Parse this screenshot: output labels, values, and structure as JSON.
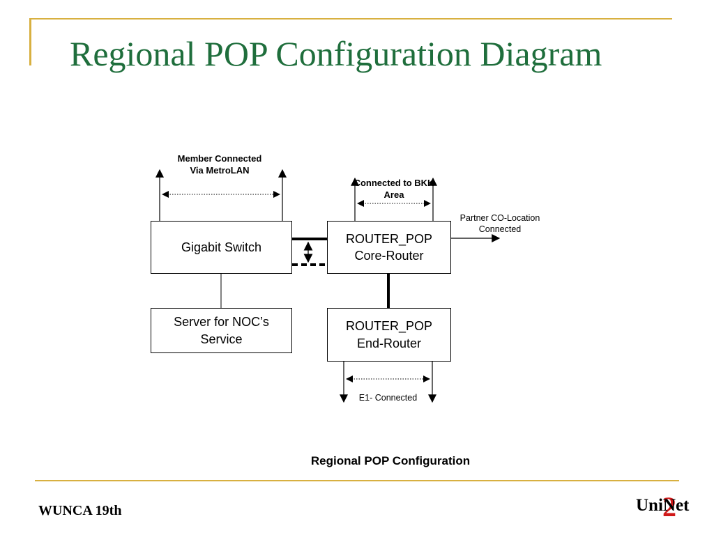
{
  "slide": {
    "title": "Regional POP Configuration Diagram",
    "caption": "Regional POP  Configuration",
    "footer_left": "WUNCA 19th",
    "logo": {
      "text": "UniNet",
      "number": "2"
    },
    "colors": {
      "title": "#1f6e3c",
      "rule": "#d8b040",
      "logo_number": "#d01818"
    }
  },
  "diagram": {
    "nodes": {
      "gigabit_switch": "Gigabit Switch",
      "server_noc": "Server for NOC’s Service",
      "router_core_line1": "ROUTER_POP",
      "router_core_line2": "Core-Router",
      "router_end_line1": "ROUTER_POP",
      "router_end_line2": "End-Router"
    },
    "labels": {
      "member_metrolan": "Member Connected Via MetroLAN",
      "bkk_area": "Connected to BKK Area",
      "partner_colocation": "Partner CO-Location Connected",
      "e1_connected": "E1- Connected"
    }
  }
}
